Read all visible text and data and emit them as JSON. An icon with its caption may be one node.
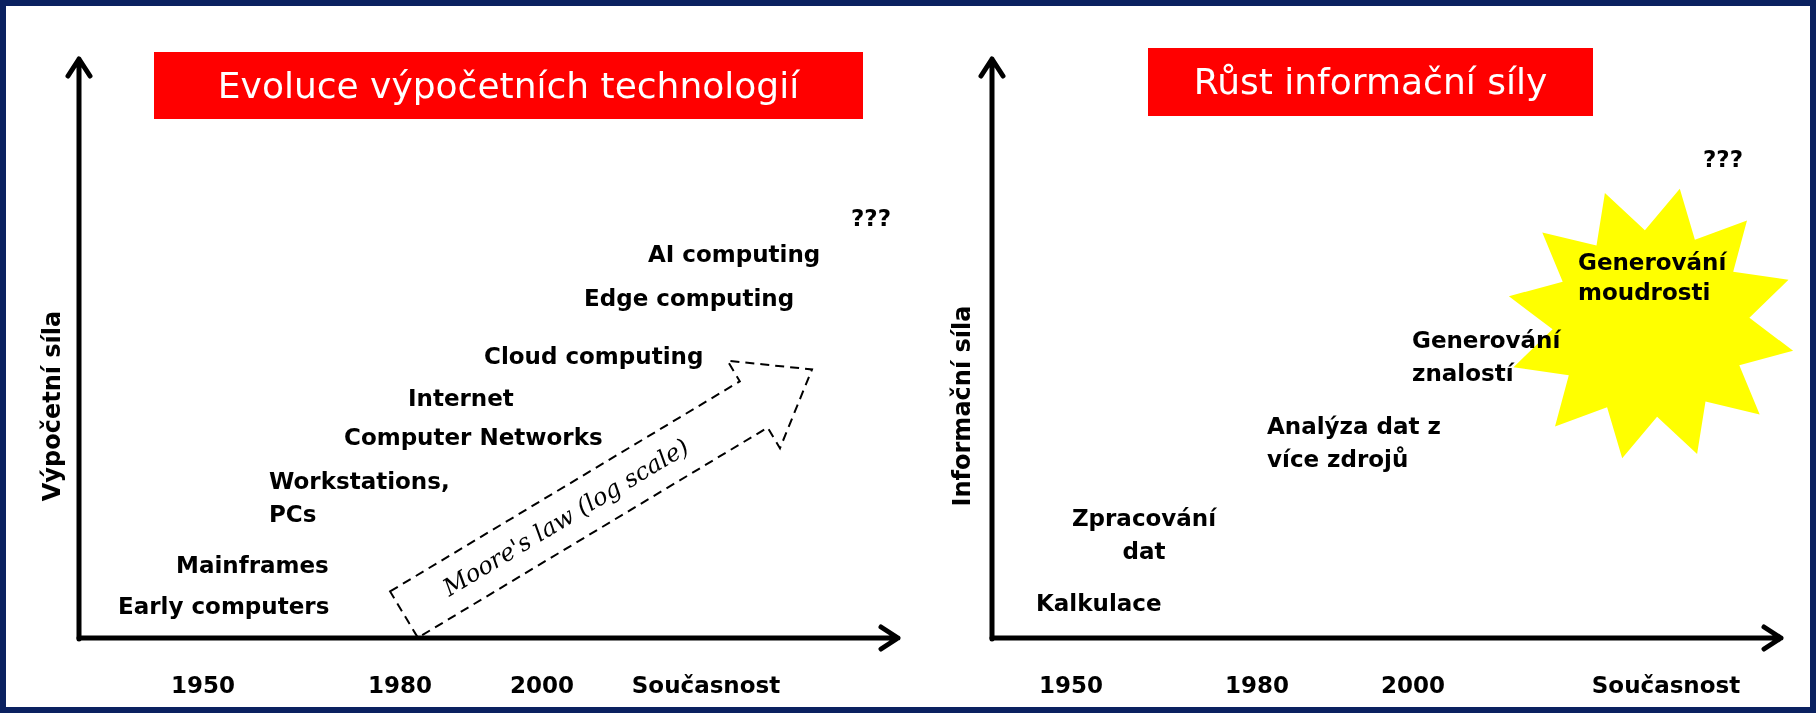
{
  "diagram": {
    "nodes": [
      {
        "text": [
          "Evoluce výpočetních technologií"
        ]
      },
      {
        "text": [
          "Moore's law (log scale)"
        ]
      },
      {
        "text": [
          "Růst informační síly"
        ]
      },
      {
        "text": [
          "Generování moudrosti"
        ]
      }
    ],
    "labels": [
      "???",
      "AI computing",
      "Edge computing",
      "Cloud computing",
      "Internet",
      "Computer Networks",
      "Workstations, PCs",
      "Mainframes",
      "Early computers",
      "Výpočetní síla",
      "1950",
      "1980",
      "2000",
      "Současnost",
      "???",
      "Generování znalostí",
      "Analýza dat z více zdrojů",
      "Zpracování dat",
      "Kalkulace",
      "Informační síla",
      "1950",
      "1980",
      "2000",
      "Současnost"
    ]
  }
}
